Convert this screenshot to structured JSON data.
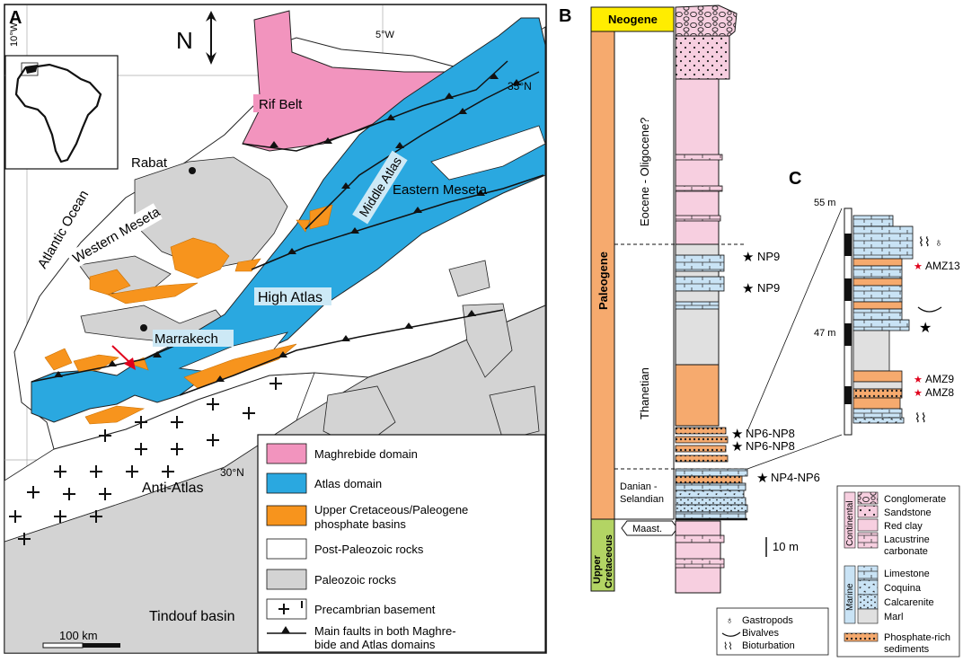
{
  "panels": {
    "a": "A",
    "b": "B",
    "c": "C"
  },
  "map": {
    "north": "N",
    "lon_10w": "10°W",
    "lon_5w": "5°W",
    "lat_35n": "35°N",
    "lat_30n": "30°N",
    "places": {
      "rif_belt": "Rif Belt",
      "rabat": "Rabat",
      "atlantic_ocean": "Atlantic Ocean",
      "middle_atlas": "Middle Atlas",
      "eastern_meseta": "Eastern Meseta",
      "western_meseta": "Western Meseta",
      "high_atlas": "High Atlas",
      "marrakech": "Marrakech",
      "anti_atlas": "Anti-Atlas",
      "tindouf_basin": "Tindouf basin"
    },
    "scale": "100 km",
    "legend": [
      {
        "label": "Maghrebide domain",
        "color": "#f294be"
      },
      {
        "label": "Atlas domain",
        "color": "#2aa8e0"
      },
      {
        "label": "Upper Cretaceous/Paleogene",
        "label2": "phosphate basins",
        "color": "#f7941d"
      },
      {
        "label": "Post-Paleozoic rocks",
        "color": "#ffffff"
      },
      {
        "label": "Paleozoic rocks",
        "color": "#d3d3d3"
      },
      {
        "label": "Precambrian basement",
        "color": "#ffffff"
      },
      {
        "label": "Main faults in both Maghre-",
        "label2": "bide and Atlas domains",
        "color": "#111111"
      }
    ]
  },
  "column": {
    "periods": {
      "neogene": "Neogene",
      "paleogene": "Paleogene",
      "upper_cretaceous_1": "Upper",
      "upper_cretaceous_2": "Cretaceous"
    },
    "epochs": {
      "eocene": "Eocene - Oligocene?",
      "thanetian": "Thanetian",
      "danian_1": "Danian -",
      "danian_2": "Selandian",
      "maast": "Maast."
    },
    "markers": {
      "np9_a": "NP9",
      "np9_b": "NP9",
      "np6_a": "NP6-NP8",
      "np6_b": "NP6-NP8",
      "np4": "NP4-NP6"
    },
    "scale": "10 m",
    "colors": {
      "neogene": "#ffed00",
      "paleogene": "#f6aa6e",
      "upper_cretaceous": "#b3d464",
      "red_clay": "#f7cfe0",
      "marl": "#e0e0e0",
      "limestone": "#c9e3f5",
      "phosphate": "#f6aa6e"
    }
  },
  "detail": {
    "top": "55 m",
    "bottom": "47 m",
    "samples": {
      "amz13": "AMZ13",
      "amz9": "AMZ9",
      "amz8": "AMZ8"
    }
  },
  "fossils": {
    "gastropods": "Gastropods",
    "bivalves": "Bivalves",
    "bioturbation": "Bioturbation"
  },
  "lithology": {
    "continental": "Continental",
    "marine": "Marine",
    "conglomerate": "Conglomerate",
    "sandstone": "Sandstone",
    "red_clay": "Red clay",
    "lacustrine_1": "Lacustrine",
    "lacustrine_2": "carbonate",
    "limestone": "Limestone",
    "coquina": "Coquina",
    "calcarenite": "Calcarenite",
    "marl": "Marl",
    "phosphate_1": "Phosphate-rich",
    "phosphate_2": "sediments"
  }
}
